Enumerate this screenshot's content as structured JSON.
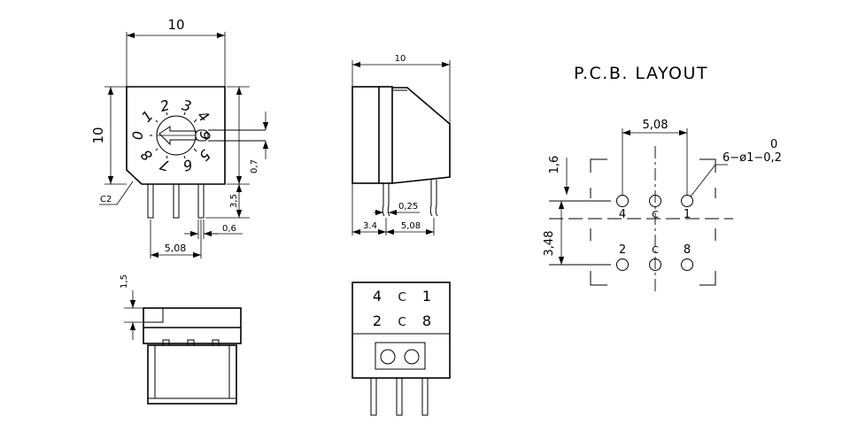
{
  "front_view": {
    "width_dim": "10",
    "height_dim": "10",
    "chamfer": "C2",
    "dial_numbers": [
      "0",
      "1",
      "2",
      "3",
      "4",
      "5",
      "6",
      "7",
      "8",
      "9"
    ],
    "dim_07": "0,7",
    "dim_35": "3,5",
    "dim_06": "0,6",
    "pitch": "5,08"
  },
  "side_view": {
    "width_dim": "10",
    "dim_025": "0,25",
    "dim_34": "3.4",
    "pitch": "5,08"
  },
  "bottom_view": {
    "dim_15": "1,5"
  },
  "rear_view": {
    "row1": [
      "4",
      "C",
      "1"
    ],
    "row2": [
      "2",
      "C",
      "8"
    ]
  },
  "pcb_layout": {
    "title": "P.C.B. LAYOUT",
    "pitch": "5,08",
    "dim_16": "1,6",
    "dim_348": "3,48",
    "hole_spec": "6−ø1−0,2",
    "tol_upper": "0",
    "row1_labels": [
      "4",
      "C",
      "1"
    ],
    "row2_labels": [
      "2",
      "C",
      "8"
    ]
  }
}
